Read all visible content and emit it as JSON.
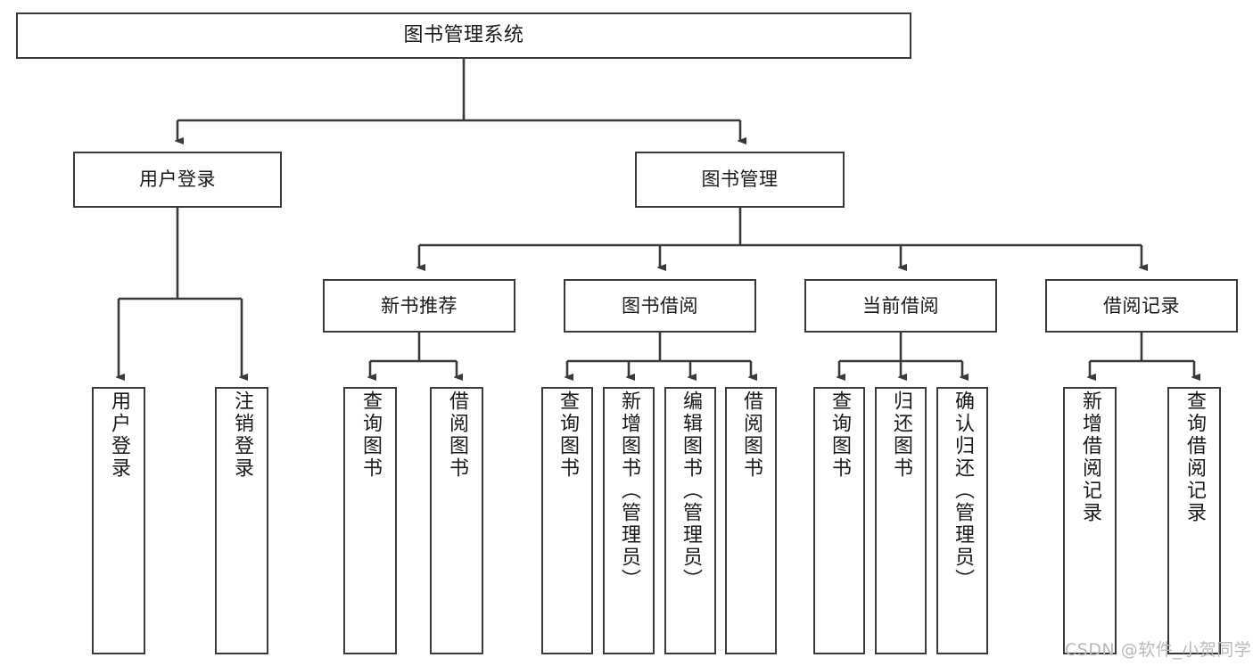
{
  "diagram": {
    "title": "图书管理系统",
    "type": "tree",
    "root": {
      "id": "root",
      "label": "图书管理系统"
    },
    "level2": [
      {
        "id": "user-login",
        "label": "用户登录"
      },
      {
        "id": "book-manage",
        "label": "图书管理"
      }
    ],
    "level3": [
      {
        "id": "new-book-recommend",
        "label": "新书推荐"
      },
      {
        "id": "book-borrow",
        "label": "图书借阅"
      },
      {
        "id": "current-borrow",
        "label": "当前借阅"
      },
      {
        "id": "borrow-record",
        "label": "借阅记录"
      }
    ],
    "leaves": {
      "user_login": [
        {
          "id": "leaf-user-login",
          "label": "用户登录"
        },
        {
          "id": "leaf-user-logout",
          "label": "注销登录"
        }
      ],
      "new_book_recommend": [
        {
          "id": "leaf-query-book-1",
          "label": "查询图书"
        },
        {
          "id": "leaf-borrow-book-1",
          "label": "借阅图书"
        }
      ],
      "book_borrow": [
        {
          "id": "leaf-query-book-2",
          "label": "查询图书"
        },
        {
          "id": "leaf-add-book",
          "label": "新增图书（管理员）"
        },
        {
          "id": "leaf-edit-book",
          "label": "编辑图书（管理员）"
        },
        {
          "id": "leaf-borrow-book-2",
          "label": "借阅图书"
        }
      ],
      "current_borrow": [
        {
          "id": "leaf-query-book-3",
          "label": "查询图书"
        },
        {
          "id": "leaf-return-book",
          "label": "归还图书"
        },
        {
          "id": "leaf-confirm-return",
          "label": "确认归还（管理员）"
        }
      ],
      "borrow_record": [
        {
          "id": "leaf-add-record",
          "label": "新增借阅记录"
        },
        {
          "id": "leaf-query-record",
          "label": "查询借阅记录"
        }
      ]
    }
  },
  "watermark": {
    "text": "CSDN @软件_小贺同学"
  },
  "colors": {
    "stroke": "#3a3a3a",
    "box_fill": "#ffffff",
    "text": "#1a1a1a",
    "watermark": "#b9b9b9",
    "background": "#ffffff"
  }
}
